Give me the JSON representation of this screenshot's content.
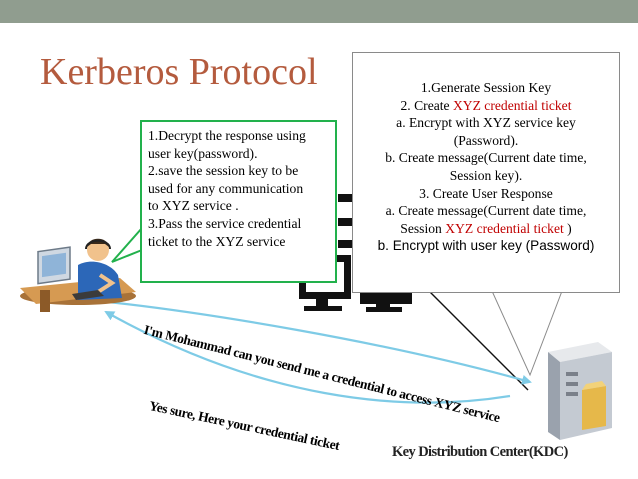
{
  "slide": {
    "title": "Kerberos Protocol"
  },
  "client_bubble": {
    "lines": [
      "1.Decrypt the response using",
      "user key(password).",
      "2.save the session key to be",
      "used for any communication",
      "to XYZ service .",
      "3.Pass the service credential",
      "ticket to  the XYZ service"
    ]
  },
  "kdc_bubble": {
    "line1": "1.Generate Session Key",
    "line2_prefix": "2. Create ",
    "line2_red": "XYZ credential ticket",
    "line3": "a. Encrypt with XYZ service key",
    "line4": "(Password).",
    "line5": "b. Create message(Current date time,",
    "line6": "Session key).",
    "line7": "3. Create User Response",
    "line8": "a. Create message(Current date time,",
    "line9_prefix": "Session ",
    "line9_red": "XYZ credential ticket",
    "line9_suffix": " )",
    "line10": "b. Encrypt with user key (Password)"
  },
  "messages": {
    "request": "I'm Mohammad can you send me a credential to access XYZ service",
    "response": "Yes sure, Here your credential ticket"
  },
  "kdc": {
    "label": "Key Distribution Center(KDC)"
  },
  "colors": {
    "title": "#b45b3e",
    "top_bar": "#909d8f",
    "client_bubble_border": "#22b14c",
    "highlight_red": "#c00000",
    "arrow": "#7ecbe6"
  }
}
